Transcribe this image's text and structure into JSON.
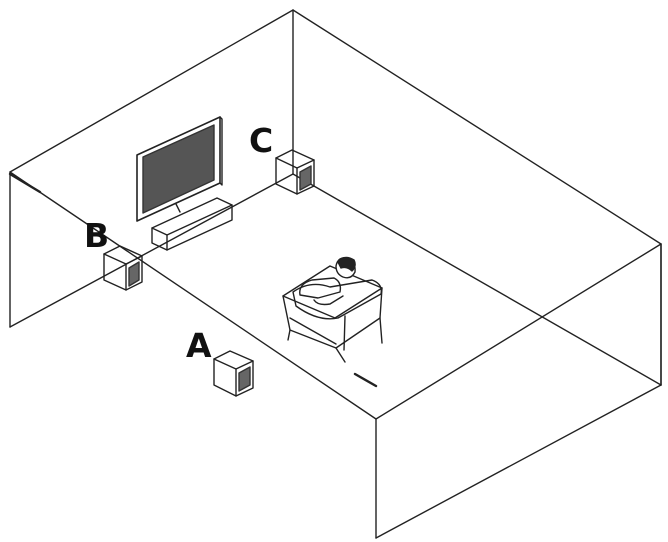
{
  "speaker_labels": {
    "a": "A",
    "b": "B",
    "c": "C"
  },
  "colors": {
    "background": "#ffffff",
    "line": "#222222",
    "screen": "#555555"
  },
  "icons": {
    "speaker": "speaker-cube-icon",
    "person": "seated-person-icon",
    "tv": "television-icon"
  }
}
